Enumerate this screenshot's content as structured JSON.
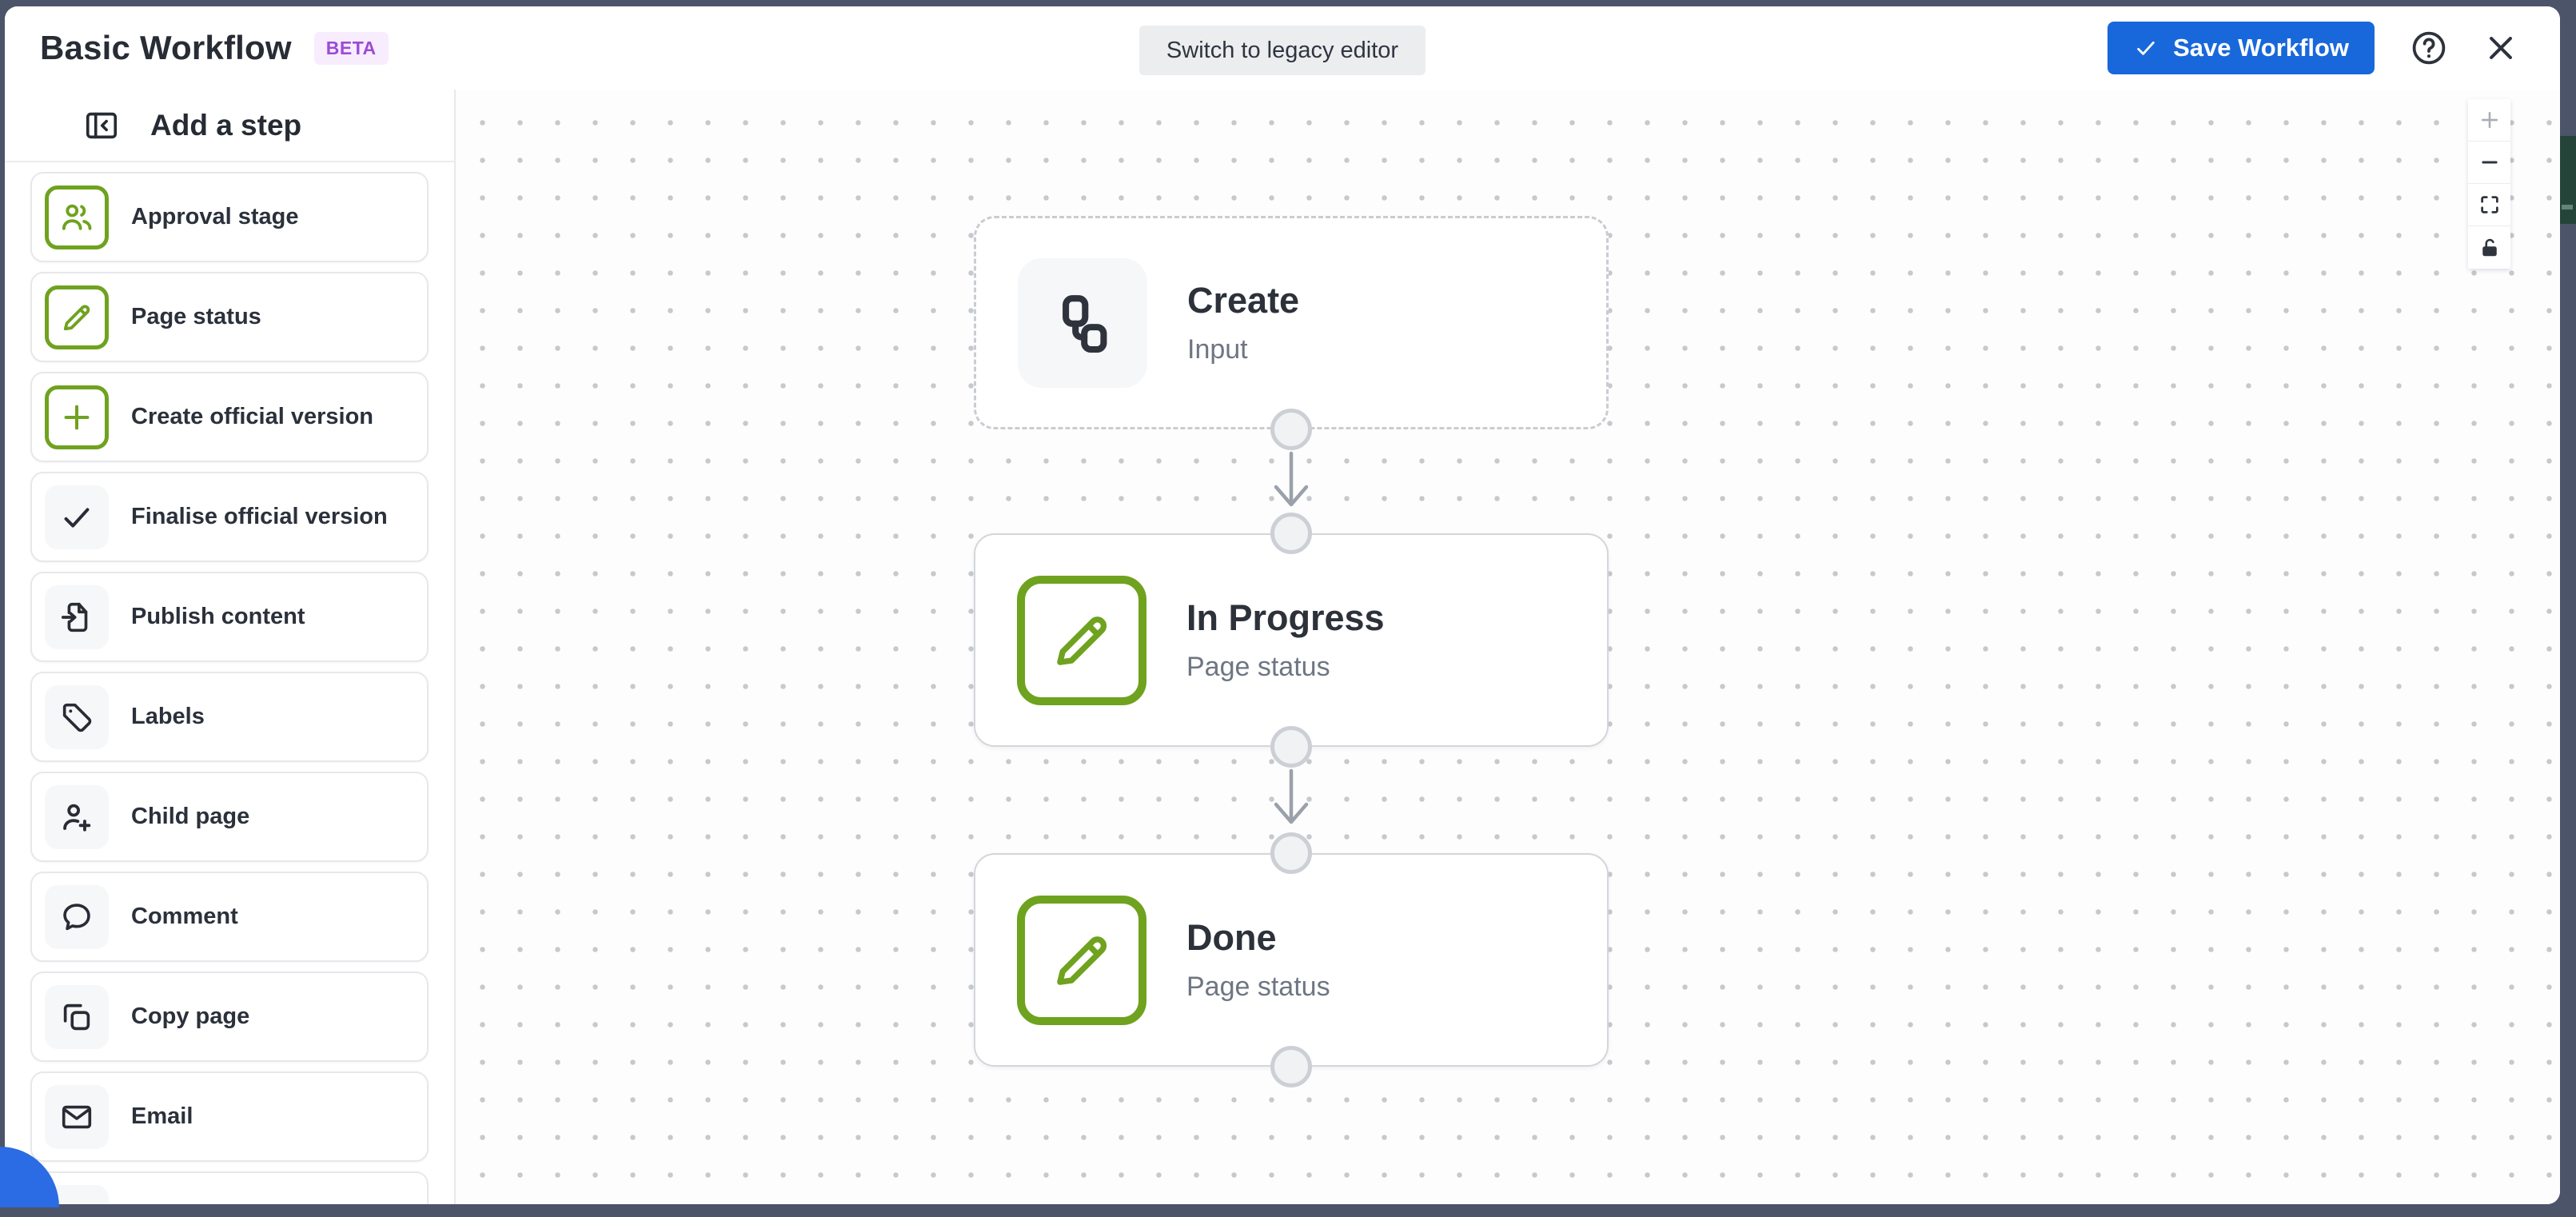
{
  "header": {
    "title": "Basic Workflow",
    "beta_badge": "BETA",
    "switch_legacy_button": "Switch to legacy editor",
    "save_button": "Save Workflow"
  },
  "sidebar": {
    "title": "Add a step",
    "items": [
      {
        "label": "Approval stage",
        "icon": "people-icon",
        "style": "green"
      },
      {
        "label": "Page status",
        "icon": "pencil-icon",
        "style": "green"
      },
      {
        "label": "Create official version",
        "icon": "plus-icon",
        "style": "green"
      },
      {
        "label": "Finalise official version",
        "icon": "check-icon",
        "style": "gray"
      },
      {
        "label": "Publish content",
        "icon": "publish-icon",
        "style": "gray"
      },
      {
        "label": "Labels",
        "icon": "tag-icon",
        "style": "gray"
      },
      {
        "label": "Child page",
        "icon": "person-plus-icon",
        "style": "gray"
      },
      {
        "label": "Comment",
        "icon": "comment-icon",
        "style": "gray"
      },
      {
        "label": "Copy page",
        "icon": "copy-icon",
        "style": "gray"
      },
      {
        "label": "Email",
        "icon": "mail-icon",
        "style": "gray"
      },
      {
        "label": "",
        "icon": "none",
        "style": "gray",
        "partial": true
      }
    ]
  },
  "canvas": {
    "nodes": [
      {
        "title": "Create",
        "subtitle": "Input",
        "icon": "workflow-icon",
        "variant": "dashed",
        "icon_style": "plain"
      },
      {
        "title": "In Progress",
        "subtitle": "Page status",
        "icon": "pencil-icon",
        "variant": "solid",
        "icon_style": "green"
      },
      {
        "title": "Done",
        "subtitle": "Page status",
        "icon": "pencil-icon",
        "variant": "solid",
        "icon_style": "green"
      }
    ],
    "controls": [
      {
        "name": "zoom-in",
        "icon": "plus-icon",
        "disabled": true
      },
      {
        "name": "zoom-out",
        "icon": "minus-icon",
        "disabled": false
      },
      {
        "name": "fit-view",
        "icon": "fit-icon",
        "disabled": false
      },
      {
        "name": "toggle-interactivity",
        "icon": "lock-open-icon",
        "disabled": false
      }
    ]
  },
  "colors": {
    "accent_green": "#6fa21f",
    "save_blue": "#1868db",
    "beta_purple": "#9c4bd6",
    "beta_bg": "#f8edfe",
    "frame": "#4b5469"
  }
}
